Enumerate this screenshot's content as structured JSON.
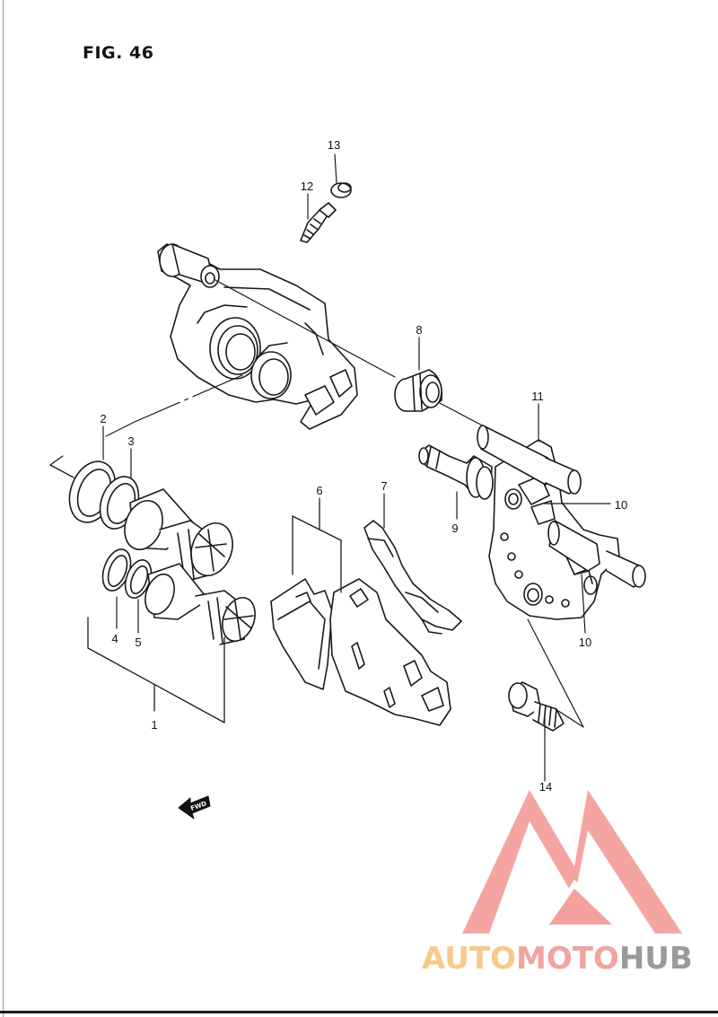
{
  "figure": {
    "title": "FIG. 46"
  },
  "callouts": [
    {
      "id": "c1",
      "label": "1"
    },
    {
      "id": "c2",
      "label": "2"
    },
    {
      "id": "c3",
      "label": "3"
    },
    {
      "id": "c4",
      "label": "4"
    },
    {
      "id": "c5",
      "label": "5"
    },
    {
      "id": "c6",
      "label": "6"
    },
    {
      "id": "c7",
      "label": "7"
    },
    {
      "id": "c8",
      "label": "8"
    },
    {
      "id": "c9",
      "label": "9"
    },
    {
      "id": "c10a",
      "label": "10"
    },
    {
      "id": "c10b",
      "label": "10"
    },
    {
      "id": "c11",
      "label": "11"
    },
    {
      "id": "c12",
      "label": "12"
    },
    {
      "id": "c13",
      "label": "13"
    },
    {
      "id": "c14",
      "label": "14"
    }
  ],
  "fwd_marker": {
    "label": "FWD",
    "icon": "arrow-left-icon"
  },
  "watermark": {
    "part1": "AUTO",
    "part2": "MOTO",
    "part3": "HUB",
    "colors": {
      "part1": "#f7c98a",
      "part2": "#f3a3a0",
      "part3": "#9a9a9a",
      "logo": "#f4a09c"
    }
  }
}
